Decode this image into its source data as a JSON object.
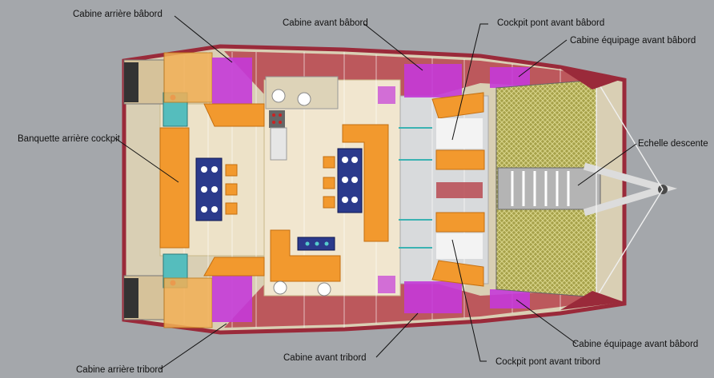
{
  "labels": {
    "cabine_arriere_babord": "Cabine arrière bâbord",
    "cabine_avant_babord": "Cabine avant bâbord",
    "cockpit_pont_avant_babord": "Cockpit pont avant bâbord",
    "cabine_equipage_avant_babord_top": "Cabine équipage avant bâbord",
    "banquette_arriere_cockpit": "Banquette arrière cockpit",
    "echelle_descente": "Echelle descente",
    "cabine_equipage_avant_babord_bottom": "Cabine équipage avant bâbord",
    "cabine_avant_tribord": "Cabine avant tribord",
    "cockpit_pont_avant_tribord": "Cockpit pont avant tribord",
    "cabine_arriere_tribord": "Cabine arrière tribord"
  },
  "colors": {
    "background": "#a4a7ab",
    "hull": "#9a2a3a",
    "deck_beige": "#ede2c8",
    "cabin_purple": "#c43ad8",
    "furniture_orange": "#f2992e",
    "netting_olive": "#a6a14a",
    "table_navy": "#2b3a8c",
    "step_teal": "#55bdbd"
  }
}
